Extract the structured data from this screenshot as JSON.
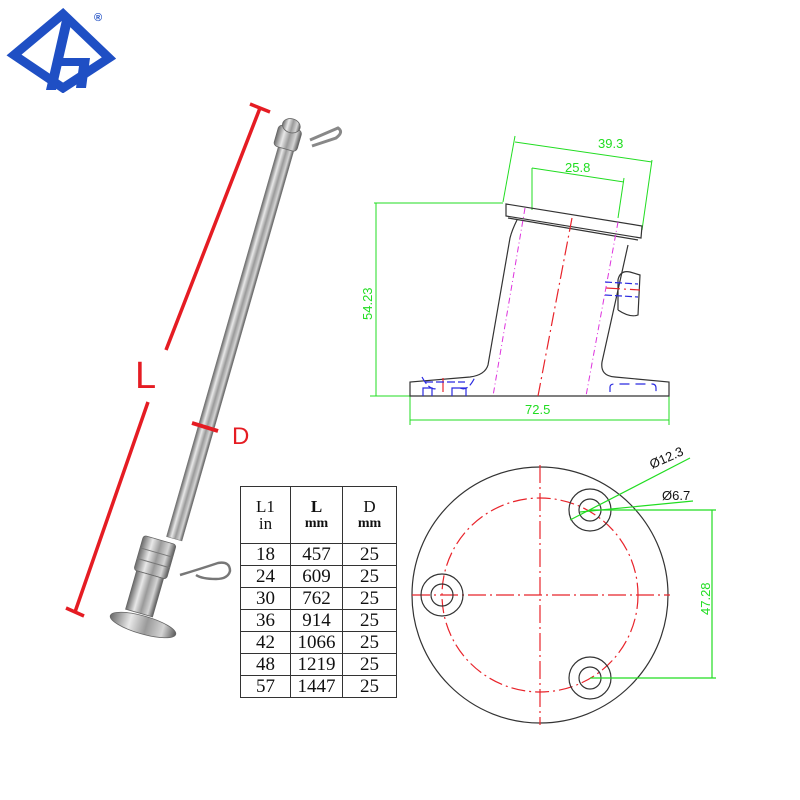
{
  "brand": {
    "logo_icon": "diamond-h-logo-icon",
    "registered_mark": "®",
    "color": "#1f4fc4"
  },
  "product_photo": {
    "subject": "stainless steel flag pole with deck mount base",
    "length_label": "L",
    "diameter_label": "D",
    "annotation_color": "#e51c23"
  },
  "side_view_drawing": {
    "dimensions": {
      "top_outer_width": "39.3",
      "top_inner_width": "25.8",
      "height": "54.23",
      "base_width": "72.5"
    },
    "colors": {
      "dimension": "#22dd22",
      "centerline": "#e8242b",
      "hidden": "#2a2ae0",
      "construction": "#dd33dd",
      "outline": "#333333"
    }
  },
  "top_view_drawing": {
    "dimensions": {
      "hole_outer_diameter": "Ø12.3",
      "hole_inner_diameter": "Ø6.7",
      "hole_spacing": "47.28"
    }
  },
  "spec_table": {
    "headers": [
      {
        "symbol": "L1",
        "unit": "in"
      },
      {
        "symbol": "L",
        "unit": "mm"
      },
      {
        "symbol": "D",
        "unit": "mm"
      }
    ],
    "rows": [
      [
        "18",
        "457",
        "25"
      ],
      [
        "24",
        "609",
        "25"
      ],
      [
        "30",
        "762",
        "25"
      ],
      [
        "36",
        "914",
        "25"
      ],
      [
        "42",
        "1066",
        "25"
      ],
      [
        "48",
        "1219",
        "25"
      ],
      [
        "57",
        "1447",
        "25"
      ]
    ]
  }
}
